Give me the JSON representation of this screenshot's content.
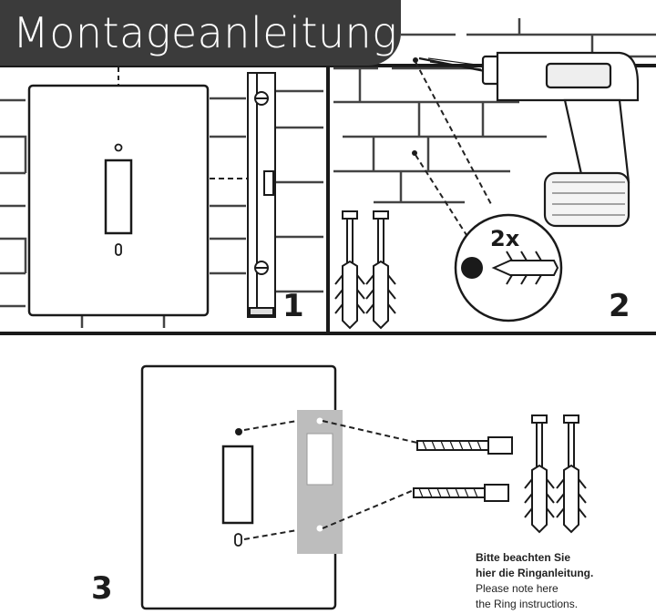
{
  "header": {
    "title": "Montageanleitung"
  },
  "steps": [
    {
      "number": "1"
    },
    {
      "number": "2",
      "count_label": "2x"
    },
    {
      "number": "3"
    }
  ],
  "note": {
    "de_line1": "Bitte beachten Sie",
    "de_line2": "hier die Ringanleitung.",
    "en_line1": "Please note here",
    "en_line2": "the Ring instructions."
  },
  "colors": {
    "title_bg": "#3b3b3b",
    "title_text": "#ffffff",
    "ring_plate": "#bdbdbd",
    "line": "#1f1f1f"
  }
}
